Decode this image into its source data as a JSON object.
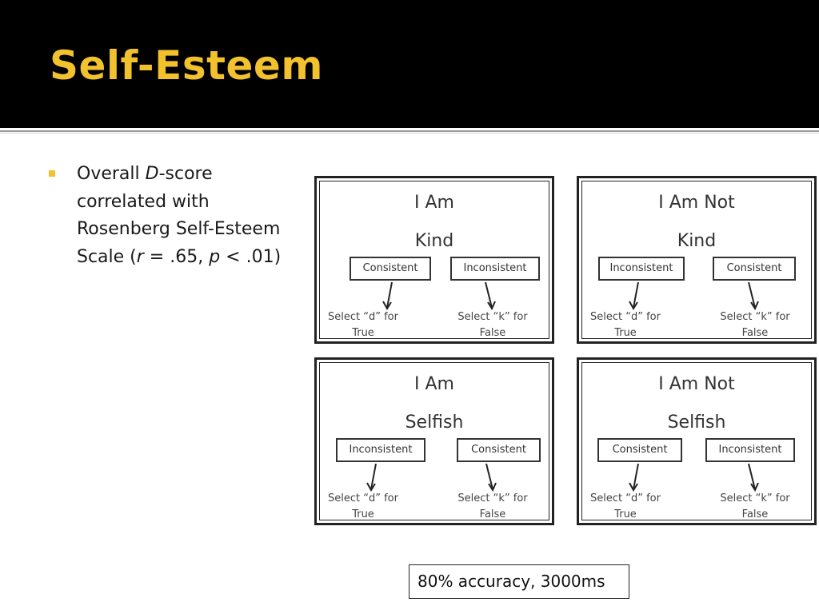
{
  "slide": {
    "title": "Self-Esteem",
    "bullet": {
      "pre1": "Overall ",
      "d": "D",
      "post1": "-score correlated with Rosenberg Self-Esteem Scale (",
      "r": "r",
      "mid": " = .65, ",
      "p": "p",
      "post2": " < .01)"
    },
    "note": "80% accuracy, 3000ms"
  },
  "panels": [
    {
      "line1": "I Am",
      "line2": "Kind",
      "left_option": "Consistent",
      "right_option": "Inconsistent",
      "left_instr_1": "Select “d” for",
      "left_instr_2": "True",
      "right_instr_1": "Select “k” for",
      "right_instr_2": "False"
    },
    {
      "line1": "I Am Not",
      "line2": "Kind",
      "left_option": "Inconsistent",
      "right_option": "Consistent",
      "left_instr_1": "Select “d” for",
      "left_instr_2": "True",
      "right_instr_1": "Select “k” for",
      "right_instr_2": "False"
    },
    {
      "line1": "I Am",
      "line2": "Selfish",
      "left_option": "Inconsistent",
      "right_option": "Consistent",
      "left_instr_1": "Select “d” for",
      "left_instr_2": "True",
      "right_instr_1": "Select “k” for",
      "right_instr_2": "False"
    },
    {
      "line1": "I Am Not",
      "line2": "Selfish",
      "left_option": "Consistent",
      "right_option": "Inconsistent",
      "left_instr_1": "Select “d” for",
      "left_instr_2": "True",
      "right_instr_1": "Select “k” for",
      "right_instr_2": "False"
    }
  ],
  "colors": {
    "title": "#f2c12e",
    "title_bar": "#000000",
    "bullet_marker": "#f2c12e"
  }
}
